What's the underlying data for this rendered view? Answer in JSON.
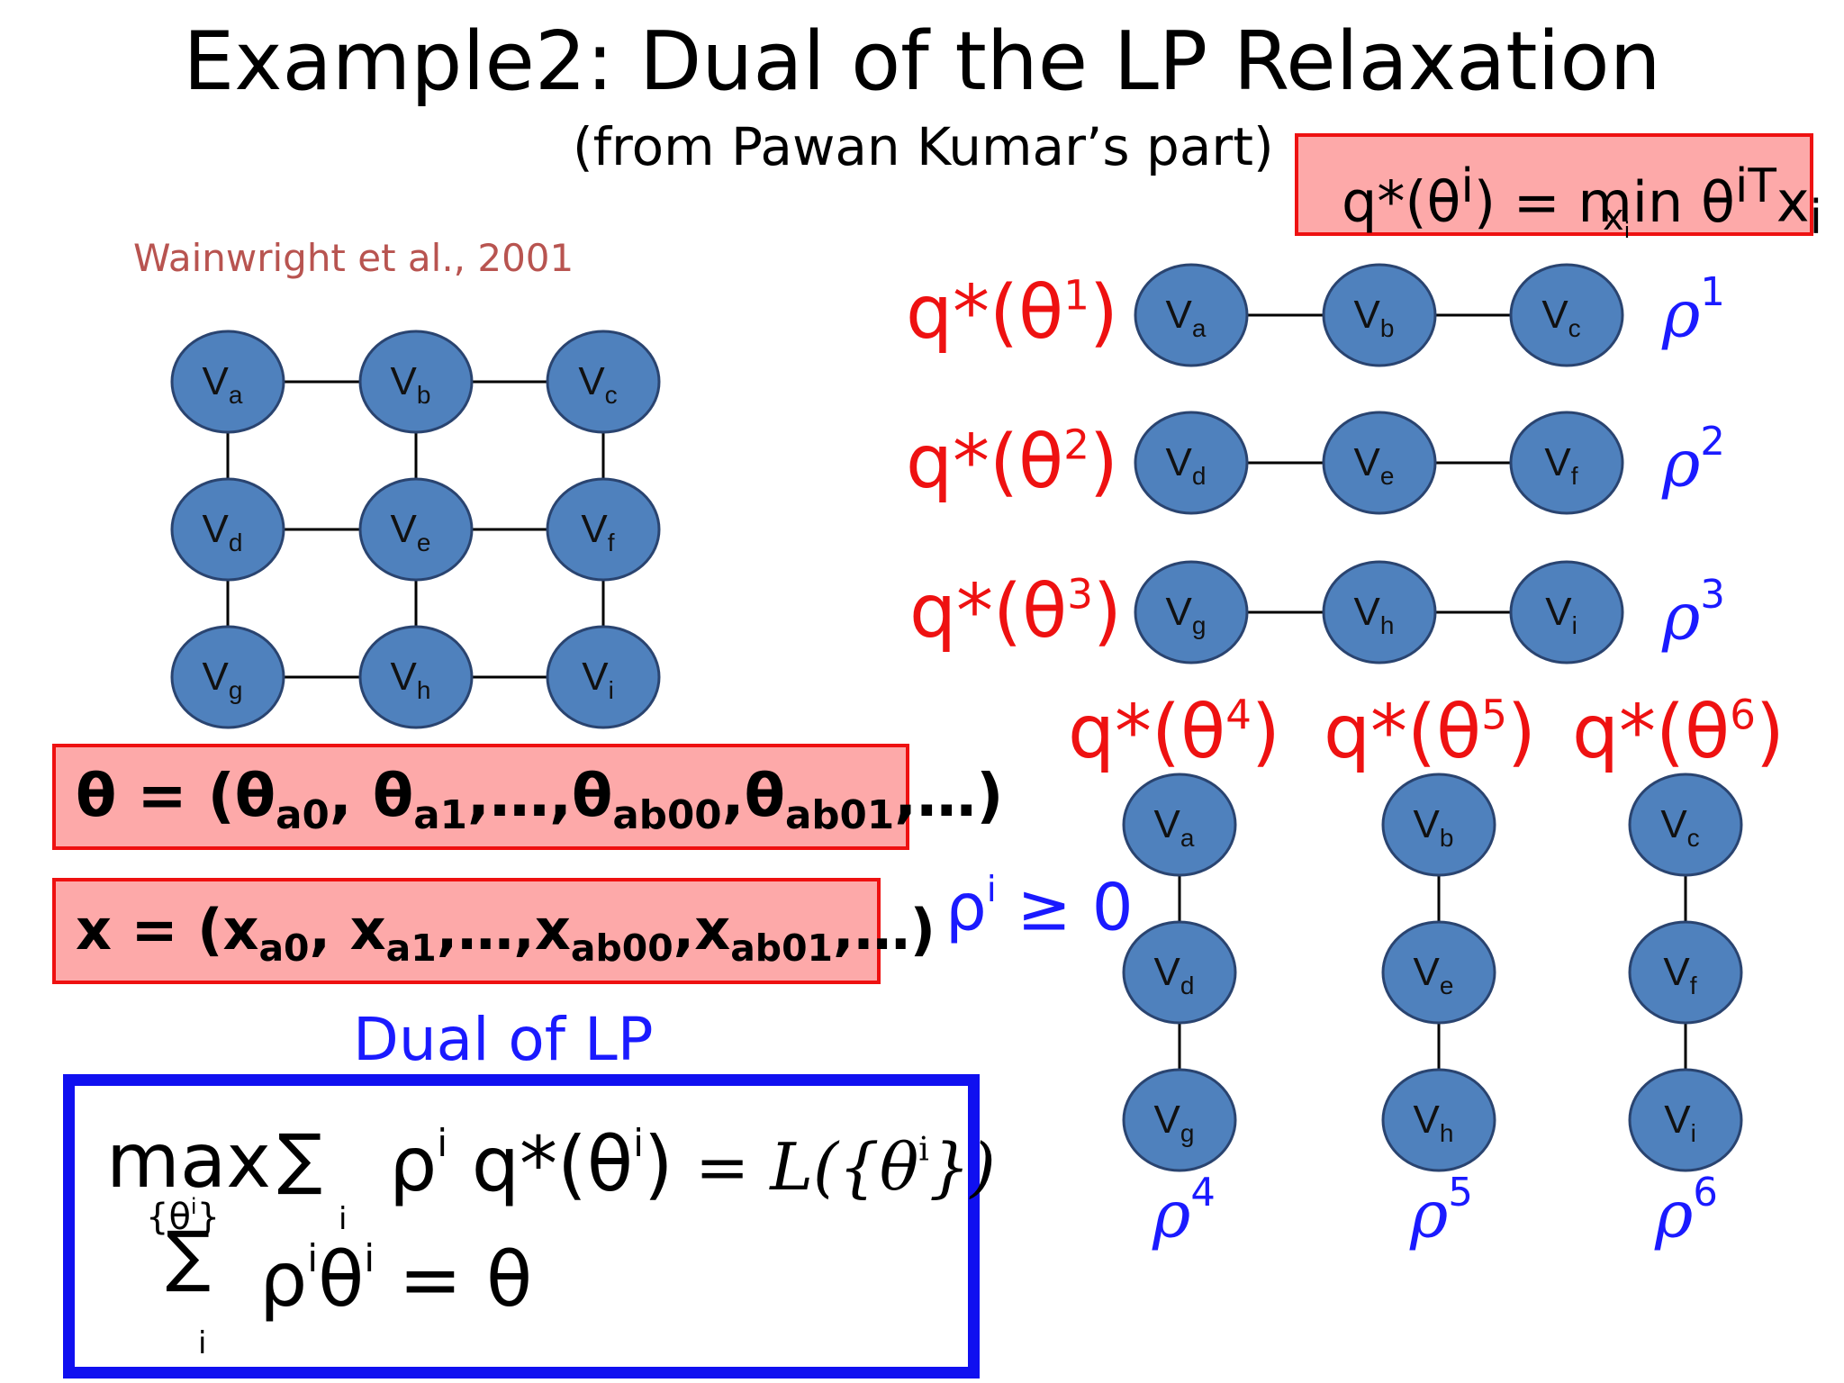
{
  "title": "Example2: Dual of the LP Relaxation",
  "subtitle": "(from Pawan Kumar’s part)",
  "citation": "Wainwright et al., 2001",
  "q_definition": {
    "lhs": "q*(θ",
    "sup": "i",
    "eq": ") = min θ",
    "sup2": "iT",
    "x": "x",
    "sub": "i",
    "min_under": "x",
    "min_under_sub": "i"
  },
  "grid_nodes": [
    {
      "v": "V",
      "s": "a"
    },
    {
      "v": "V",
      "s": "b"
    },
    {
      "v": "V",
      "s": "c"
    },
    {
      "v": "V",
      "s": "d"
    },
    {
      "v": "V",
      "s": "e"
    },
    {
      "v": "V",
      "s": "f"
    },
    {
      "v": "V",
      "s": "g"
    },
    {
      "v": "V",
      "s": "h"
    },
    {
      "v": "V",
      "s": "i"
    }
  ],
  "row_chains": [
    {
      "q_label": "q*(θ",
      "q_sup": "1",
      "q_close": ")",
      "rho": "ρ",
      "rho_sup": "1",
      "nodes": [
        "a",
        "b",
        "c"
      ]
    },
    {
      "q_label": "q*(θ",
      "q_sup": "2",
      "q_close": ")",
      "rho": "ρ",
      "rho_sup": "2",
      "nodes": [
        "d",
        "e",
        "f"
      ]
    },
    {
      "q_label": "q*(θ",
      "q_sup": "3",
      "q_close": ")",
      "rho": "ρ",
      "rho_sup": "3",
      "nodes": [
        "g",
        "h",
        "i"
      ]
    }
  ],
  "col_chains": [
    {
      "q_label": "q*(θ",
      "q_sup": "4",
      "q_close": ")",
      "rho": "ρ",
      "rho_sup": "4",
      "nodes": [
        "a",
        "d",
        "g"
      ]
    },
    {
      "q_label": "q*(θ",
      "q_sup": "5",
      "q_close": ")",
      "rho": "ρ",
      "rho_sup": "5",
      "nodes": [
        "b",
        "e",
        "h"
      ]
    },
    {
      "q_label": "q*(θ",
      "q_sup": "6",
      "q_close": ")",
      "rho": "ρ",
      "rho_sup": "6",
      "nodes": [
        "c",
        "f",
        "i"
      ]
    }
  ],
  "rho_constraint": {
    "rho": "ρ",
    "sup": "i",
    "rest": " ≥ 0"
  },
  "theta_vector": {
    "p1": "θ = (θ",
    "s1": "a0",
    "p2": ", θ",
    "s2": "a1",
    "p3": ",…,θ",
    "s3": "ab00",
    "p4": ",θ",
    "s4": "ab01",
    "p5": ",…)"
  },
  "x_vector": {
    "p1": "x = (x",
    "s1": "a0",
    "p2": ", x",
    "s2": "a1",
    "p3": ",…,x",
    "s3": "ab00",
    "p4": ",x",
    "s4": "ab01",
    "p5": ",…)"
  },
  "dual_label": "Dual of LP",
  "dual_formula": {
    "max": "max",
    "sum": "∑",
    "under_max_open": "{θ",
    "under_max_sup": "i",
    "under_max_close": "}",
    "index": "i",
    "obj_rho": "ρ",
    "obj_sup1": "i",
    "obj_q": " q*(θ",
    "obj_sup2": "i",
    "obj_close": ")",
    "L_text": "= L({θ",
    "L_sup": "i",
    "L_close": "})",
    "con_rho": "ρ",
    "con_sup1": "i",
    "con_theta": "θ",
    "con_sup2": "i",
    "con_rest": " = θ"
  },
  "colors": {
    "node_fill": "#4f81bd",
    "node_stroke": "#2a4470",
    "red": "#ee1111",
    "blue": "#1a1aff",
    "pink": "#fda9a9"
  }
}
